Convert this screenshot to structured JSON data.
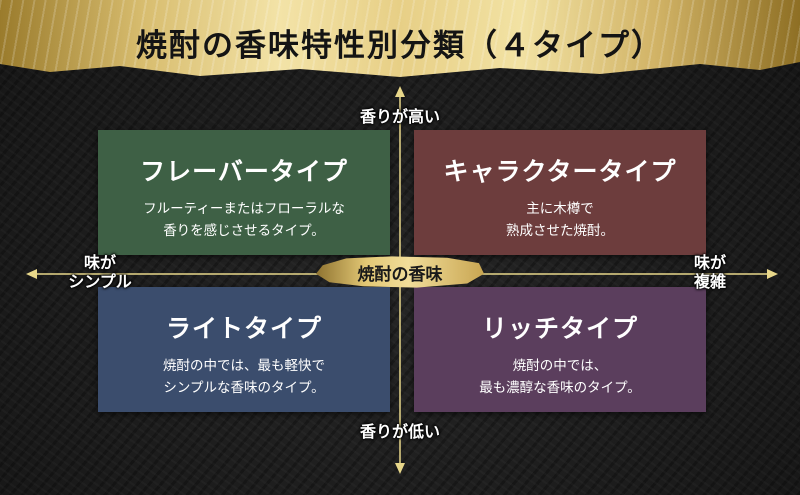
{
  "title": "焼酎の香味特性別分類（４タイプ）",
  "center_label": "焼酎の香味",
  "axis": {
    "top": "香りが高い",
    "bottom": "香りが低い",
    "left_line1": "味が",
    "left_line2": "シンプル",
    "right_line1": "味が",
    "right_line2": "複雑",
    "line_color": "#e8d78a"
  },
  "quadrants": {
    "fruity": {
      "title": "フレーバータイプ",
      "desc_line1": "フルーティーまたはフローラルな",
      "desc_line2": "香りを感じさせるタイプ。",
      "color": "#3e6045"
    },
    "character": {
      "title": "キャラクタータイプ",
      "desc_line1": "主に木樽で",
      "desc_line2": "熟成させた焼酎。",
      "color": "#6d3d3d"
    },
    "light": {
      "title": "ライトタイプ",
      "desc_line1": "焼酎の中では、最も軽快で",
      "desc_line2": "シンプルな香味のタイプ。",
      "color": "#3b4d6d"
    },
    "rich": {
      "title": "リッチタイプ",
      "desc_line1": "焼酎の中では、",
      "desc_line2": "最も濃醇な香味のタイプ。",
      "color": "#5b3e5d"
    }
  }
}
